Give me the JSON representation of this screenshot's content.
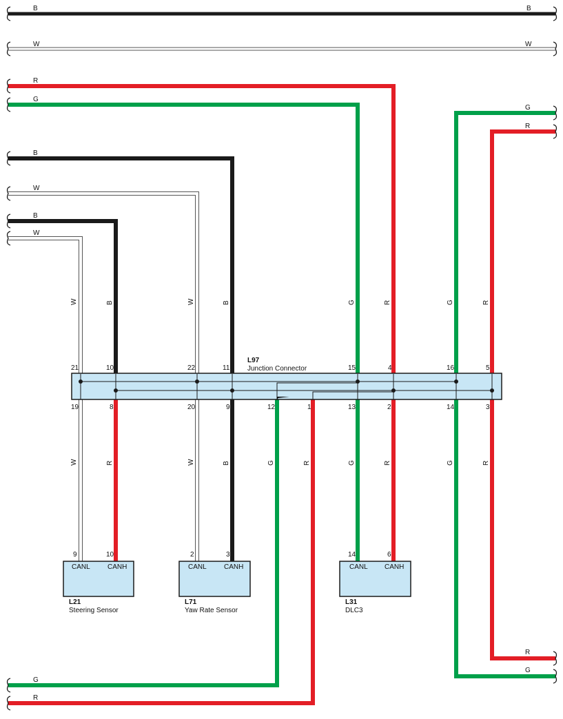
{
  "colors": {
    "B": "#1a1a1a",
    "R": "#e31e26",
    "G": "#00a04a",
    "W_outline": "#555555",
    "W_fill": "#ffffff",
    "connector_fill": "#c8e6f5",
    "connector_stroke": "#1a1a1a"
  },
  "junction_connector": {
    "id": "L97",
    "name": "Junction Connector",
    "top_pins": [
      "21",
      "10",
      "22",
      "11",
      "15",
      "4",
      "16",
      "5"
    ],
    "bottom_pins": [
      "19",
      "8",
      "20",
      "9",
      "12",
      "1",
      "13",
      "2",
      "14",
      "3"
    ]
  },
  "components": [
    {
      "id": "L21",
      "name": "Steering Sensor",
      "terminals": [
        "CANL",
        "CANH"
      ],
      "pins": [
        "9",
        "10"
      ]
    },
    {
      "id": "L71",
      "name": "Yaw Rate Sensor",
      "terminals": [
        "CANL",
        "CANH"
      ],
      "pins": [
        "2",
        "3"
      ]
    },
    {
      "id": "L31",
      "name": "DLC3",
      "terminals": [
        "CANL",
        "CANH"
      ],
      "pins": [
        "14",
        "6"
      ]
    }
  ],
  "wire_labels": {
    "top_B": "B",
    "top_W": "W",
    "r1": "R",
    "g1": "G",
    "g2": "G",
    "r2": "R",
    "b3": "B",
    "w3": "W",
    "b4": "B",
    "w4": "W",
    "v_w1": "W",
    "v_b1": "B",
    "v_w2": "W",
    "v_b2": "B",
    "v_g1": "G",
    "v_r1": "R",
    "v_g2": "G",
    "v_r2": "R",
    "lv_w1": "W",
    "lv_r1": "R",
    "lv_w2": "W",
    "lv_b2": "B",
    "lv_g12": "G",
    "lv_r1b": "R",
    "lv_g13": "G",
    "lv_r2": "R",
    "lv_g14": "G",
    "lv_r3": "R",
    "br_r": "R",
    "br_g": "G",
    "bl_g": "G",
    "bl_r": "R"
  }
}
